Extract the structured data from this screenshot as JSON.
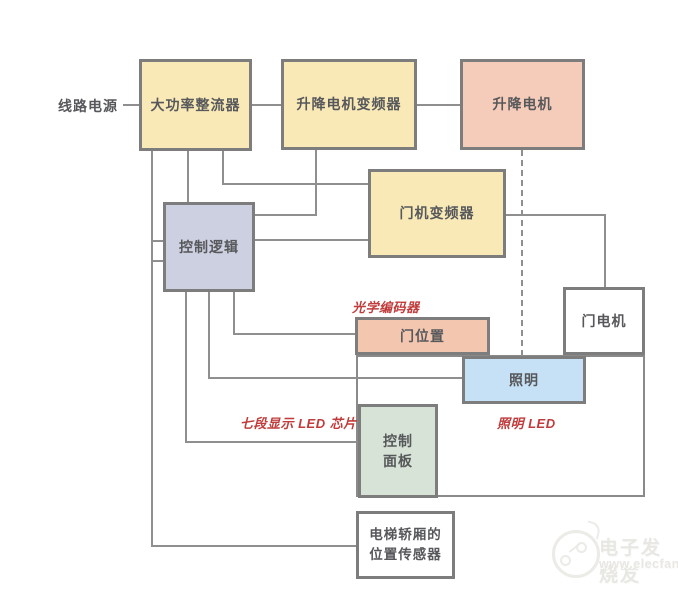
{
  "labels": {
    "line_power": "线路电源",
    "optical_encoder": "光学编码器",
    "seven_segment_led": "七段显示 LED 芯片",
    "lighting_led": "照明 LED"
  },
  "blocks": {
    "hp_rectifier": {
      "label": "大功率整流器"
    },
    "lift_inverter": {
      "label": "升降电机变频器"
    },
    "lift_motor": {
      "label": "升降电机"
    },
    "door_inverter": {
      "label": "门机变频器"
    },
    "control_logic": {
      "label": "控制逻辑"
    },
    "door_position": {
      "label": "门位置"
    },
    "door_motor": {
      "label": "门电机"
    },
    "lighting": {
      "label": "照明"
    },
    "control_panel": {
      "line1": "控制",
      "line2": "面板"
    },
    "car_position_sensor": {
      "line1": "电梯轿厢的",
      "line2": "位置传感器"
    }
  },
  "connections": [
    {
      "from": "line_power",
      "to": "hp_rectifier",
      "style": "solid"
    },
    {
      "from": "hp_rectifier",
      "to": "lift_inverter",
      "style": "solid"
    },
    {
      "from": "lift_inverter",
      "to": "lift_motor",
      "style": "solid"
    },
    {
      "from": "lift_motor",
      "to": "lighting",
      "style": "dashed"
    },
    {
      "from": "hp_rectifier",
      "to": "control_logic",
      "style": "solid"
    },
    {
      "from": "hp_rectifier",
      "to": "door_inverter",
      "style": "solid"
    },
    {
      "from": "lift_inverter",
      "to": "control_logic",
      "style": "solid"
    },
    {
      "from": "control_logic",
      "to": "door_inverter",
      "style": "solid"
    },
    {
      "from": "door_inverter",
      "to": "door_motor",
      "style": "solid"
    },
    {
      "from": "control_logic",
      "to": "door_position",
      "style": "solid"
    },
    {
      "from": "control_logic",
      "to": "lighting",
      "style": "solid"
    },
    {
      "from": "control_logic",
      "to": "control_panel",
      "style": "solid"
    },
    {
      "from": "control_logic",
      "to": "car_position_sensor",
      "style": "solid"
    }
  ],
  "watermark": {
    "brand": "电子发烧友",
    "url": "www.elecfans.com"
  },
  "colors": {
    "block_yellow": "#f9e9b7",
    "block_pink": "#f5cbb9",
    "block_salmon": "#f3c6b0",
    "block_lavender": "#cdd0e0",
    "block_blue": "#c6e1f5",
    "block_green": "#d6e3d6",
    "block_border": "#7d7d7d",
    "connector": "#8f8f8f",
    "annotation_red": "#c03c3c",
    "label_text": "#57585b",
    "watermark_gray": "#e9e7e3"
  }
}
